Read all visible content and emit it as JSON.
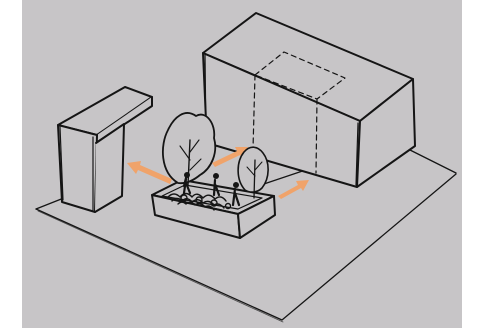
{
  "figure": {
    "kind": "hand-drawn urban design sketch",
    "background_color": "#c7c5c7",
    "frame_color": "#ffffff",
    "ink_color": "#151515",
    "arrow_color": "#f0a36a",
    "hidden_lines": "dashed",
    "elements": [
      "ground-plane",
      "left-building",
      "right-building",
      "planter-box",
      "tree-large",
      "tree-small",
      "person-figures",
      "movement-arrows"
    ],
    "arrow_count": 3,
    "person_count": 3
  }
}
